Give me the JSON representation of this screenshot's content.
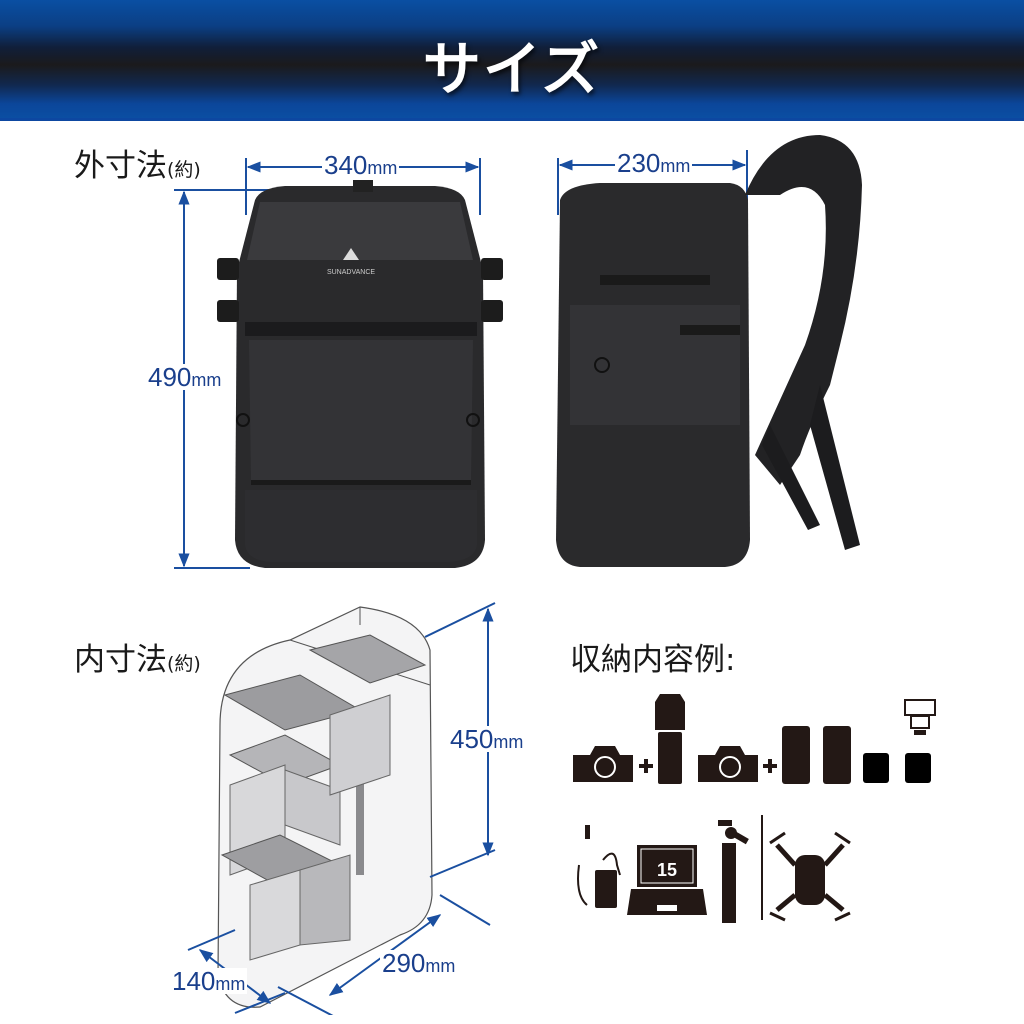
{
  "header": {
    "title": "サイズ"
  },
  "external": {
    "label": "外寸法",
    "label_note": "(約)",
    "width": {
      "value": "340",
      "unit": "mm"
    },
    "depth": {
      "value": "230",
      "unit": "mm"
    },
    "height": {
      "value": "490",
      "unit": "mm"
    },
    "brand_logo": "SUNADVANCE"
  },
  "internal": {
    "label": "内寸法",
    "label_note": "(約)",
    "height": {
      "value": "450",
      "unit": "mm"
    },
    "width": {
      "value": "290",
      "unit": "mm"
    },
    "depth": {
      "value": "140",
      "unit": "mm"
    }
  },
  "storage": {
    "label": "収納内容例:",
    "row1": [
      "camera-body",
      "plus",
      "telephoto-lens-with-hood",
      "camera-body",
      "plus",
      "lens",
      "lens",
      "small-lens",
      "flash-on-small-lens"
    ],
    "row2": [
      "ac-adapter",
      "laptop",
      "tripod",
      "separator",
      "drone"
    ],
    "laptop_size": "15"
  },
  "colors": {
    "dimension_blue": "#1a3f8c",
    "header_blue": "#0b4ea2",
    "icon_dark": "#231815"
  }
}
